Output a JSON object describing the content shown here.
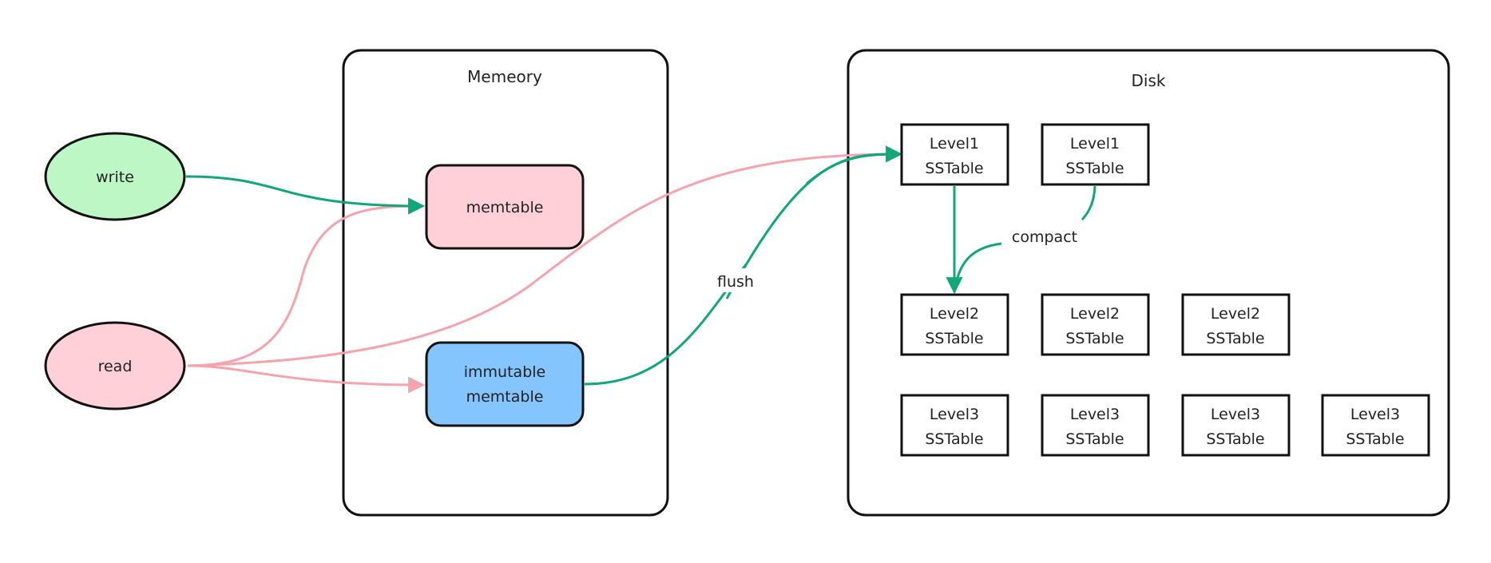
{
  "colors": {
    "stroke": "#111111",
    "write_fill": "#bdf7c6",
    "read_fill": "#ffd0d8",
    "memtable_fill": "#ffd0d8",
    "immutable_fill": "#84c4ff",
    "green_edge": "#10a878",
    "pink_edge": "#f5a3ad"
  },
  "clusters": {
    "memory": "Memeory",
    "disk": "Disk"
  },
  "nodes": {
    "write": "write",
    "read": "read",
    "memtable": "memtable",
    "immutable": [
      "immutable",
      "memtable"
    ],
    "sstables": [
      {
        "level": "Level1",
        "kind": "SSTable"
      },
      {
        "level": "Level1",
        "kind": "SSTable"
      },
      {
        "level": "Level2",
        "kind": "SSTable"
      },
      {
        "level": "Level2",
        "kind": "SSTable"
      },
      {
        "level": "Level2",
        "kind": "SSTable"
      },
      {
        "level": "Level3",
        "kind": "SSTable"
      },
      {
        "level": "Level3",
        "kind": "SSTable"
      },
      {
        "level": "Level3",
        "kind": "SSTable"
      },
      {
        "level": "Level3",
        "kind": "SSTable"
      }
    ]
  },
  "edges": {
    "flush": "flush",
    "compact": "compact"
  }
}
